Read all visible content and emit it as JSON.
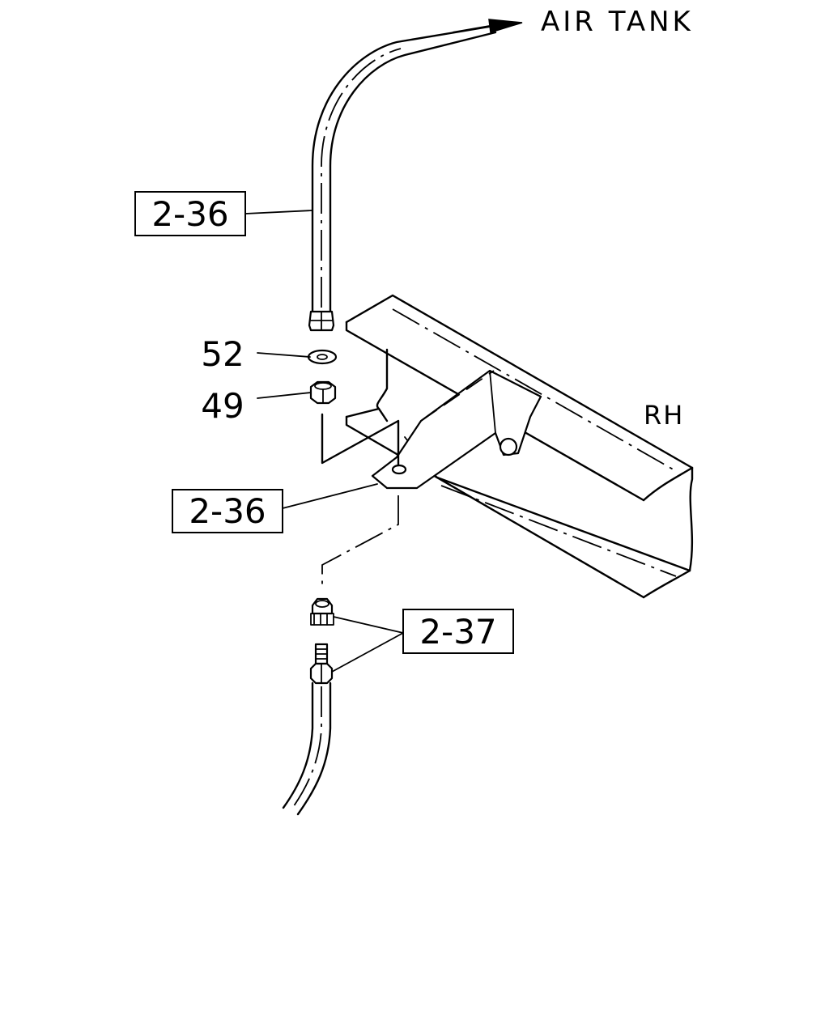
{
  "labels": {
    "air_tank": "AIR TANK",
    "rh": "RH"
  },
  "callouts": {
    "pipe_upper": "2-36",
    "bracket": "2-36",
    "connector": "2-37",
    "washer": "52",
    "nut": "49"
  }
}
